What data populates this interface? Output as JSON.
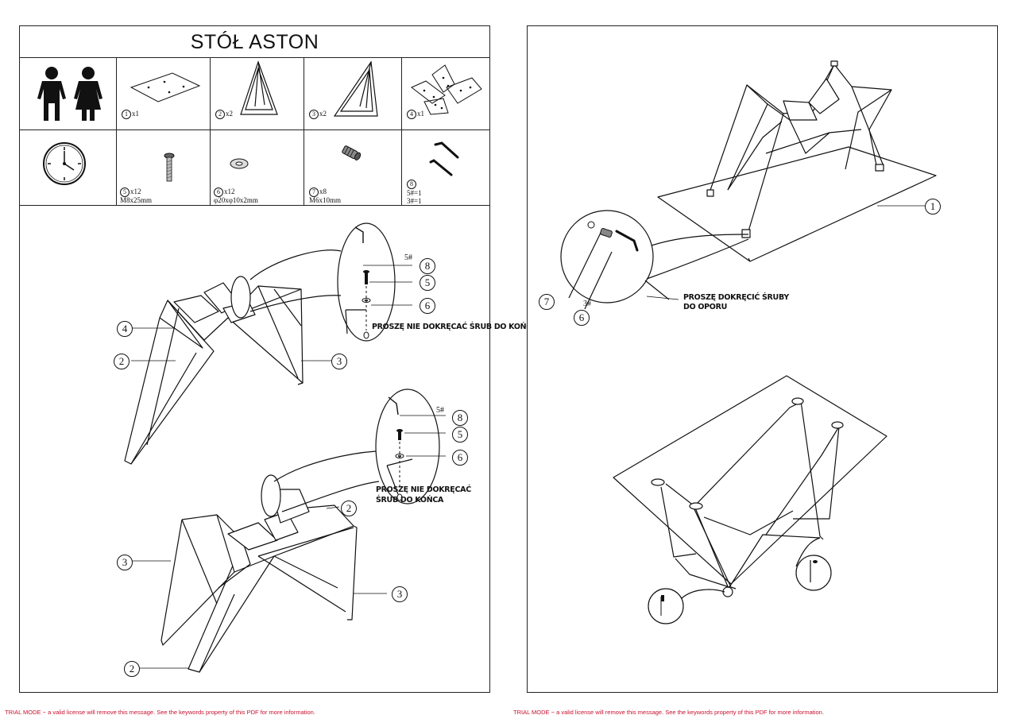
{
  "title": "STÓŁ ASTON",
  "parts": [
    {
      "num": "1",
      "qty": "x1"
    },
    {
      "num": "2",
      "qty": "x2"
    },
    {
      "num": "3",
      "qty": "x2"
    },
    {
      "num": "4",
      "qty": "x1"
    },
    {
      "num": "5",
      "qty": "x12",
      "spec": "M8x25mm"
    },
    {
      "num": "6",
      "qty": "x12",
      "spec": "φ20xφ10x2mm"
    },
    {
      "num": "7",
      "qty": "x8",
      "spec": "M6x10mm"
    },
    {
      "num": "8",
      "line1": "5#=1",
      "line2": "3#=1"
    }
  ],
  "notes": {
    "dont_tighten_1": "PROSZĘ NIE DOKRĘCAĆ ŚRUB DO KOŃCA",
    "dont_tighten_2a": "PROSZĘ NIE DOKRĘCAĆ",
    "dont_tighten_2b": "ŚRUB DO KOŃCA",
    "tighten_a": "PROSZĘ DOKRĘCIĆ ŚRUBY",
    "tighten_b": "DO OPORU"
  },
  "hex_labels": {
    "five": "5#",
    "three": "3#"
  },
  "callouts": {
    "c1": "1",
    "c2": "2",
    "c3": "3",
    "c4": "4",
    "c5": "5",
    "c6": "6",
    "c7": "7",
    "c8": "8"
  },
  "trial_text": "TRIAL MODE − a valid license will remove this message. See the keywords property of this PDF for more information."
}
